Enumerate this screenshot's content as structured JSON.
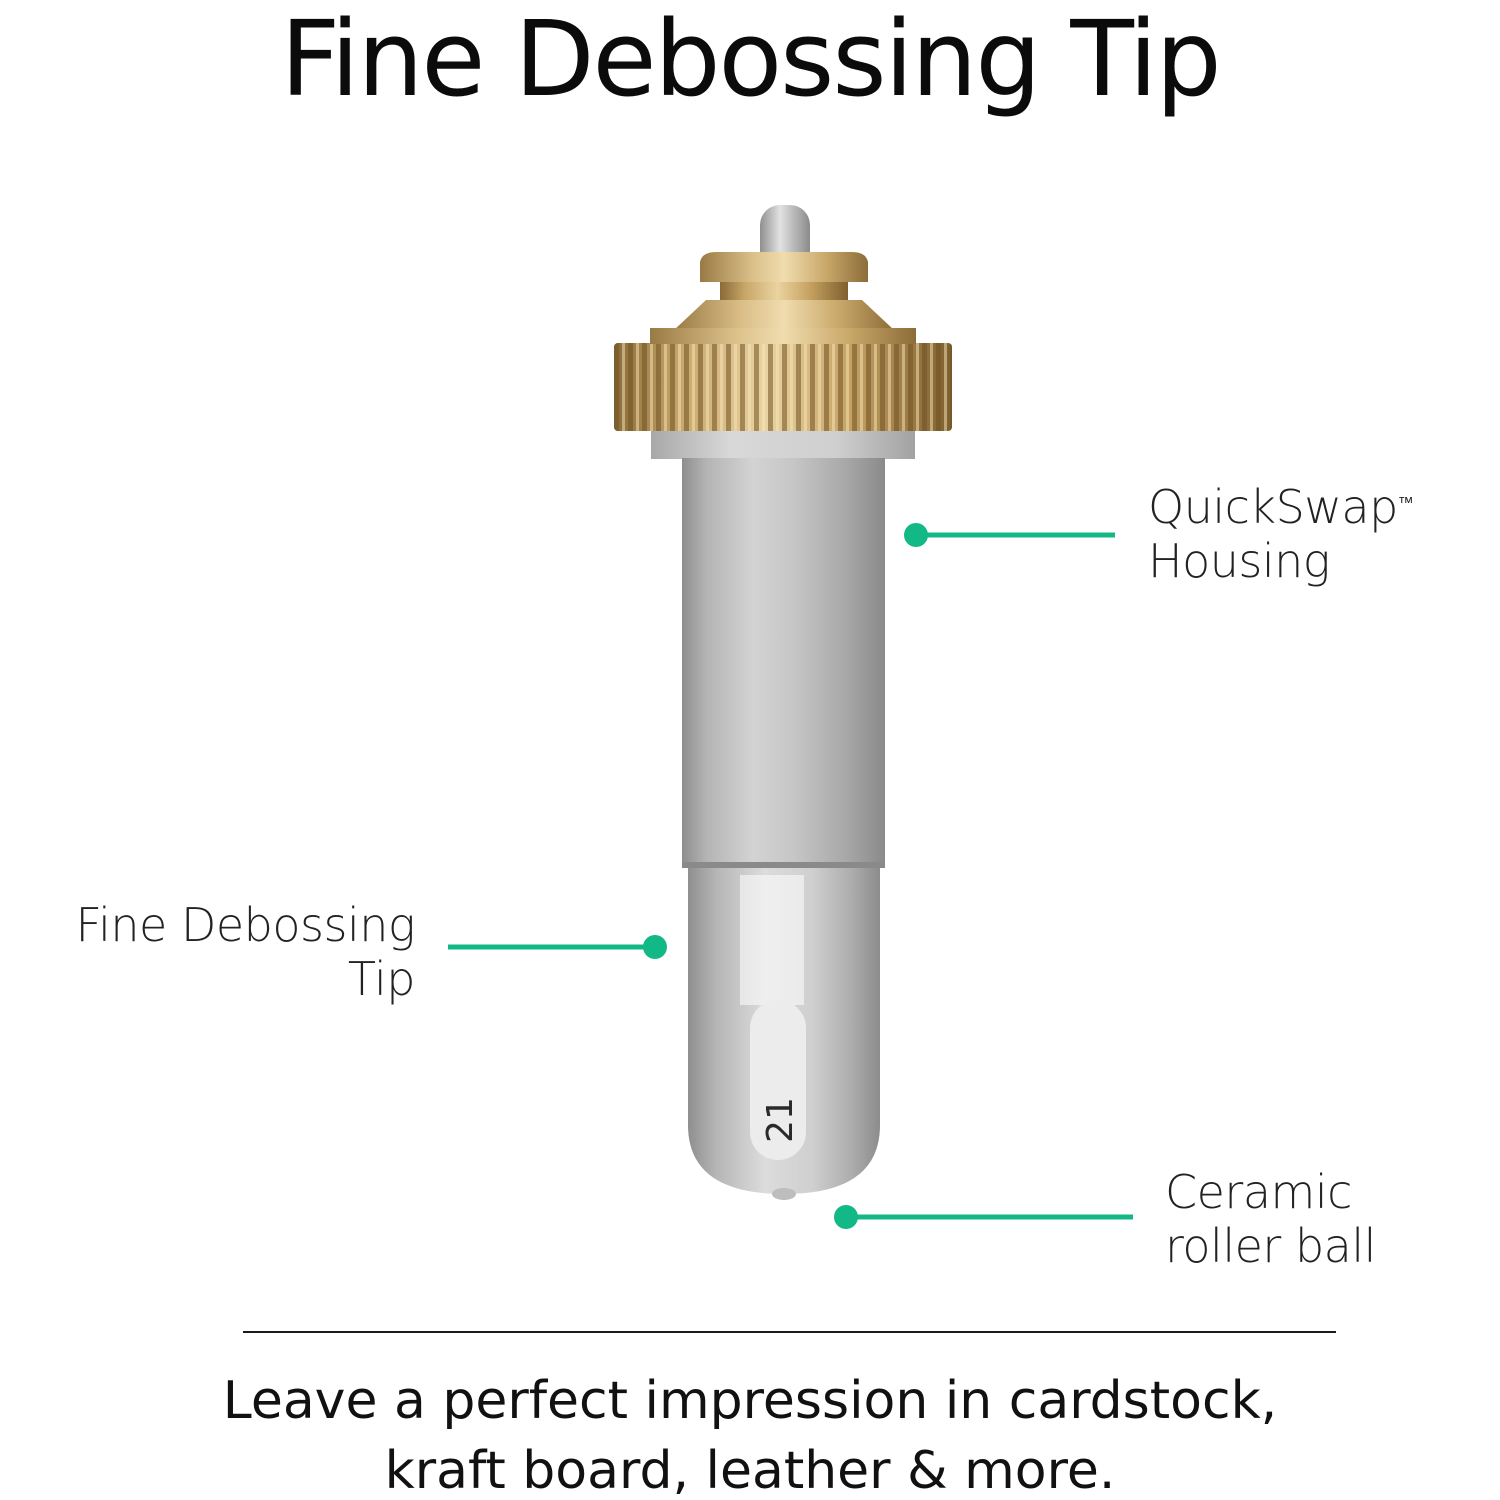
{
  "title": "Fine Debossing Tip",
  "callouts": {
    "housing": {
      "line1": "QuickSwap",
      "trademark": "™",
      "line2": "Housing"
    },
    "tip": {
      "line1": "Fine Debossing",
      "line2": "Tip"
    },
    "roller_ball": {
      "line1": "Ceramic",
      "line2": "roller ball"
    }
  },
  "tool_marking": "21",
  "tagline": {
    "line1": "Leave a perfect impression in cardstock,",
    "line2": "kraft board, leather & more."
  },
  "colors": {
    "accent": "#12b886",
    "brass": "#c9a86a",
    "silver": "#b8b8b8"
  }
}
